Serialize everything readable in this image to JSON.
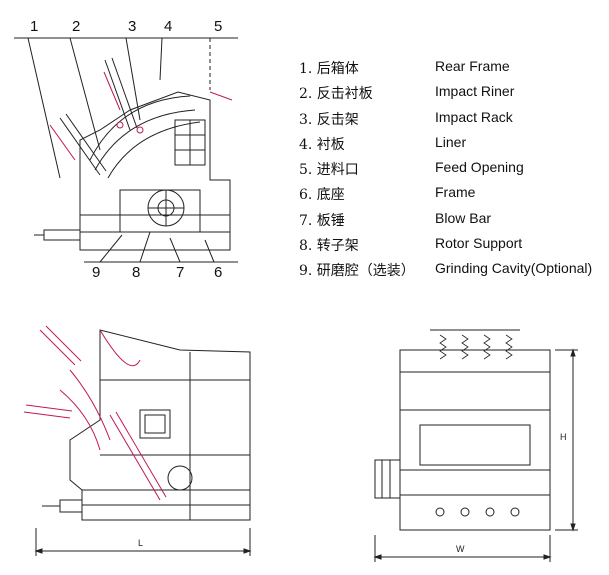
{
  "callouts_top": [
    "1",
    "2",
    "3",
    "4",
    "5"
  ],
  "callouts_bottom": [
    "9",
    "8",
    "7",
    "6"
  ],
  "legend": [
    {
      "cn": "1. 后箱体",
      "en": "Rear Frame"
    },
    {
      "cn": "2. 反击衬板",
      "en": "Impact Riner"
    },
    {
      "cn": "3. 反击架",
      "en": "Impact Rack"
    },
    {
      "cn": "4. 衬板",
      "en": "Liner"
    },
    {
      "cn": "5. 进料口",
      "en": "Feed Opening"
    },
    {
      "cn": "6. 底座",
      "en": "Frame"
    },
    {
      "cn": "7. 板锤",
      "en": "Blow Bar"
    },
    {
      "cn": "8. 转子架",
      "en": "Rotor Support"
    },
    {
      "cn": "9. 研磨腔（选装）",
      "en": "Grinding Cavity(Optional)"
    }
  ],
  "dimensions": {
    "length": "L",
    "width": "W",
    "height": "H"
  },
  "colors": {
    "line": "#222222",
    "accent": "#c0185a"
  }
}
